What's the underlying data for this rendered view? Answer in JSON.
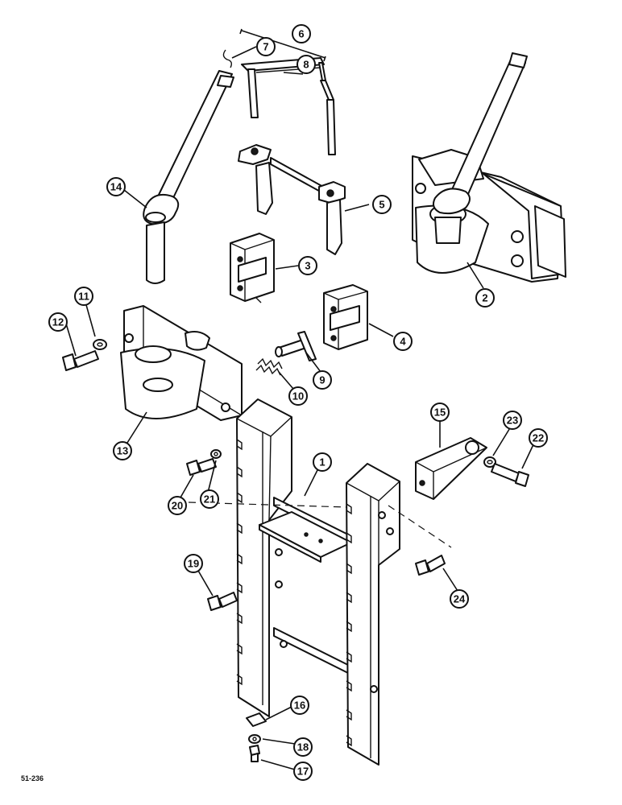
{
  "figure": {
    "reference": "51-236"
  },
  "callouts": [
    {
      "label": "1"
    },
    {
      "label": "2"
    },
    {
      "label": "3"
    },
    {
      "label": "4"
    },
    {
      "label": "5"
    },
    {
      "label": "6"
    },
    {
      "label": "7"
    },
    {
      "label": "8"
    },
    {
      "label": "9"
    },
    {
      "label": "10"
    },
    {
      "label": "11"
    },
    {
      "label": "12"
    },
    {
      "label": "13"
    },
    {
      "label": "14"
    },
    {
      "label": "15"
    },
    {
      "label": "16"
    },
    {
      "label": "17"
    },
    {
      "label": "18"
    },
    {
      "label": "19"
    },
    {
      "label": "20"
    },
    {
      "label": "21"
    },
    {
      "label": "22"
    },
    {
      "label": "23"
    },
    {
      "label": "24"
    }
  ]
}
